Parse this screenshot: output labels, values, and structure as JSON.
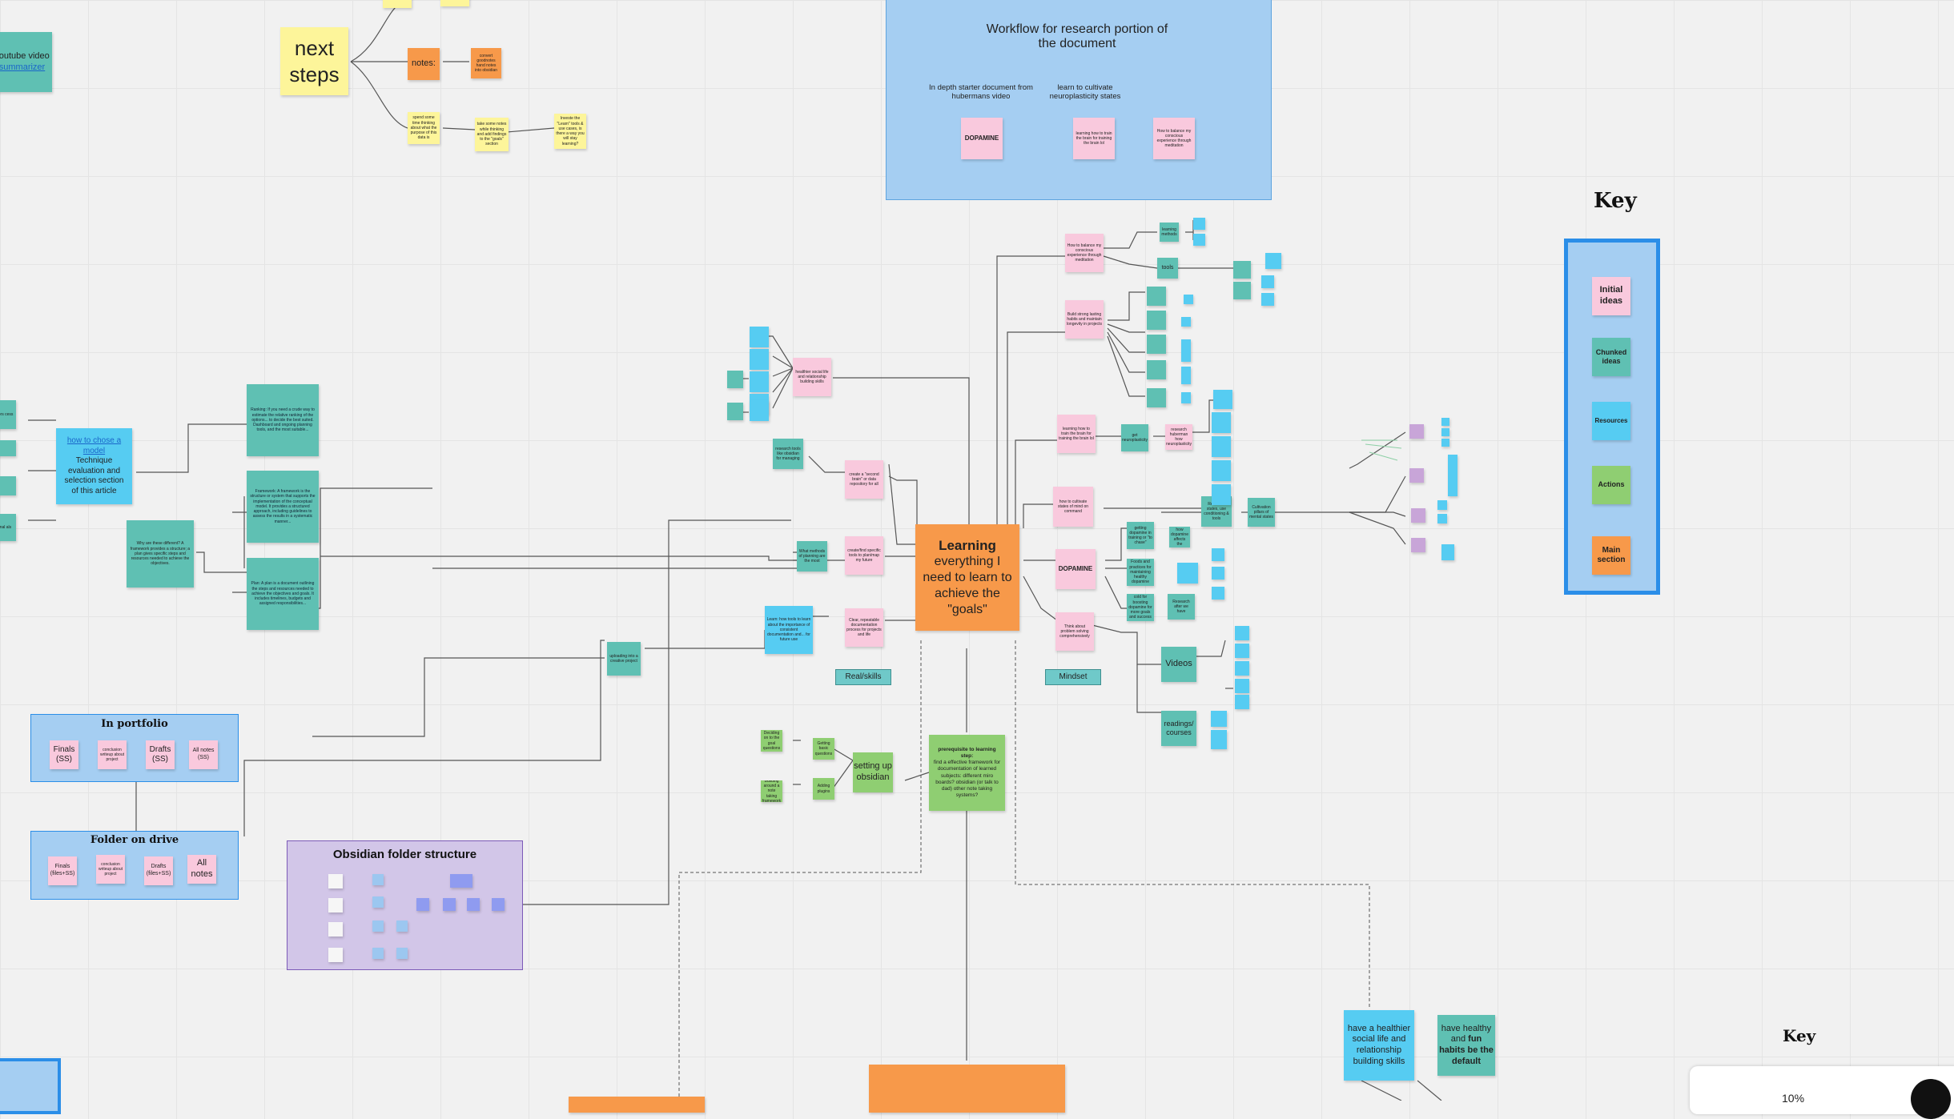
{
  "board": {
    "workflow_title": "Workflow for research portion of the document",
    "workflow_sub_left": "In depth starter document from hubermans video",
    "workflow_sub_right": "learn to cultivate neuroplasticity states",
    "workflow_dopamine": "DOPAMINE",
    "workflow_note_train": "learning how to train the brain for training the brain lol",
    "workflow_note_balance": "How to balance my conscious experience through meditation",
    "next_steps": "next steps",
    "notes": "notes:",
    "notes_child": "convert goodnotes hand notes into obsidian",
    "spend_note": "spend some time thinking about what the purpose of this data is",
    "take_notes": "take some notes while thinking and add findings to the \"goals\" section",
    "learn_path": "Investe the \"Learn\" tools & use cases, is there a way you will stay learning?",
    "youtube_text": "youtube video",
    "youtube_link": "summarizer",
    "main_title": "Learning",
    "main_rest": "everything I need to learn to achieve the \"goals\"",
    "prereq_title": "prerequisite to learning step:",
    "prereq_body": "find a effective framework for documentation of learned subjects: different miro boards? obsidian (or talk to dad) other note taking systems?",
    "setting_up": "setting up obsidian",
    "g_setup1": "Deciding on to the goal questions",
    "g_setup2": "Getting basic questions",
    "g_setup3": "Building around a note taking framework",
    "g_setup4": "Adding plugins",
    "real_skills": "Real/skills",
    "mindset": "Mindset",
    "healthier": "healthier social life and relationship building skills",
    "research_tools": "research tools like obsidian for managing",
    "create_brain": "create a \"second brain\" or data repository for all",
    "create_find": "create/find specific tools to plan/map my future",
    "what_methods": "What methods of planning are the most",
    "clear_repeatable": "Clear, repeatable documentation process for projects and life",
    "learn_tool": "Learn: how tools to learn about the importance of consistent documentation and... for future use",
    "uploading": "uploading into a creative project",
    "how_balance": "How to balance my conscious experience through meditation",
    "build_habits": "Build strong lasting habits and maintain longevity in projects",
    "learning_train": "learning how to train the brain for training the brain lol",
    "cultivate": "how to cultivate states of mind on command",
    "dopamine": "DOPAMINE",
    "problem_solving": "Think about problem solving comprehensively",
    "videos": "Videos",
    "readings": "readings/ courses",
    "tools": "tools",
    "learning_methods": "learning methods",
    "t_neuro": "get neuroplasticity",
    "t_feed": "getting dopamine in training or \"to chase\"",
    "t_diet": "Foods and practices for maintaining healthy dopamine",
    "t_cold": "cold for boosting dopamine for more goals and success",
    "t_states": "Research states, use conditioning & tools",
    "t_research": "research huberman how neuroplasticity",
    "t_depends": "how dopamine affects the",
    "t_after": "Research after we have",
    "t_cultivate_b": "Cultivation pillars of mental states",
    "key_title": "Key",
    "key_initial": "Initial ideas",
    "key_chunked": "Chunked ideas",
    "key_resources": "Resources",
    "key_actions": "Actions",
    "key_main": "Main section",
    "key_title_2": "Key",
    "healthier_bottom": "have a healthier social life and relationship building skills",
    "fun_habits_a": "have healthy and ",
    "fun_habits_b": "fun habits be the default",
    "model_link": "how to chose a model",
    "model_text": "Technique evaluation and selection section of this article",
    "ruling_note": "Ranking: If you need a crude way to estimate the relative ranking of the options... to decide the best suited. Dashboard and ongoing planning tools, and the most suitable...",
    "framework_note": "Framework: A framework is the structure or system that supports the implementation of the conceptual model. It provides a structured approach, including guidelines to assess the results in a systematic manner...",
    "plan_note": "Plan: A plan is a document outlining the steps and resources needed to achieve the objectives and goals. It includes timelines, budgets and assigned responsibilities...",
    "why_different": "Why are these different? A framework provides a structure; a plan gives specific steps and resources needed to achieve the objectives.",
    "portfolio_title": "In portfolio",
    "p_finals": "Finals (SS)",
    "p_write": "conclusion writeup about project",
    "p_drafts": "Drafts (SS)",
    "p_all": "All notes (SS)",
    "drive_title": "Folder on drive",
    "d_finals": "Finals (files+SS)",
    "d_write": "conclusion writeup about project",
    "d_drafts": "Drafts (files+SS)",
    "d_all": "All notes",
    "obsidian_title": "Obsidian folder structure",
    "left_a": "ators cess",
    "left_b": "ional als",
    "zoom_text": "10%"
  }
}
